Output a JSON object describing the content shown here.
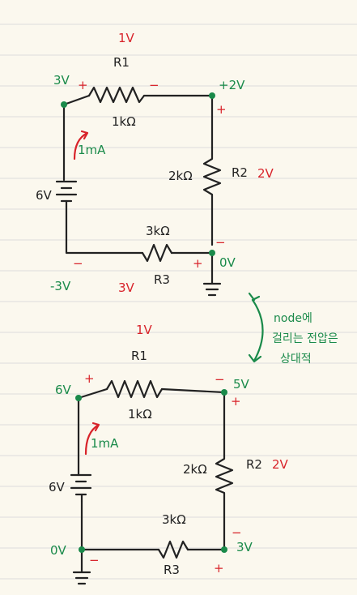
{
  "colors": {
    "paper": "#fbf8ee",
    "rule": "#d9d9d9",
    "ink": "#222222",
    "red": "#d8232a",
    "green": "#1a8a4a"
  },
  "circuit_top": {
    "r1_drop": "1V",
    "r1_name": "R1",
    "r1_value": "1kΩ",
    "node_left_top": "3V",
    "node_right_top": "+2V",
    "node_left_bottom": "-3V",
    "node_right_bottom": "0V",
    "source": "6V",
    "current": "1mA",
    "r2_value": "2kΩ",
    "r2_name": "R2",
    "r2_drop": "2V",
    "r3_value": "3kΩ",
    "r3_name": "R3",
    "r3_drop": "3V",
    "plus": "+",
    "minus": "−"
  },
  "note": {
    "line1": "node에",
    "line2": "걸리는 전압은",
    "line3": "상대적"
  },
  "circuit_bottom": {
    "r1_drop": "1V",
    "r1_name": "R1",
    "r1_value": "1kΩ",
    "node_left_top": "6V",
    "node_right_top": "5V",
    "node_left_bottom": "0V",
    "node_right_bottom": "3V",
    "source": "6V",
    "current": "1mA",
    "r2_value": "2kΩ",
    "r2_name": "R2",
    "r2_drop": "2V",
    "r3_value": "3kΩ",
    "r3_name": "R3",
    "plus": "+",
    "minus": "−"
  }
}
